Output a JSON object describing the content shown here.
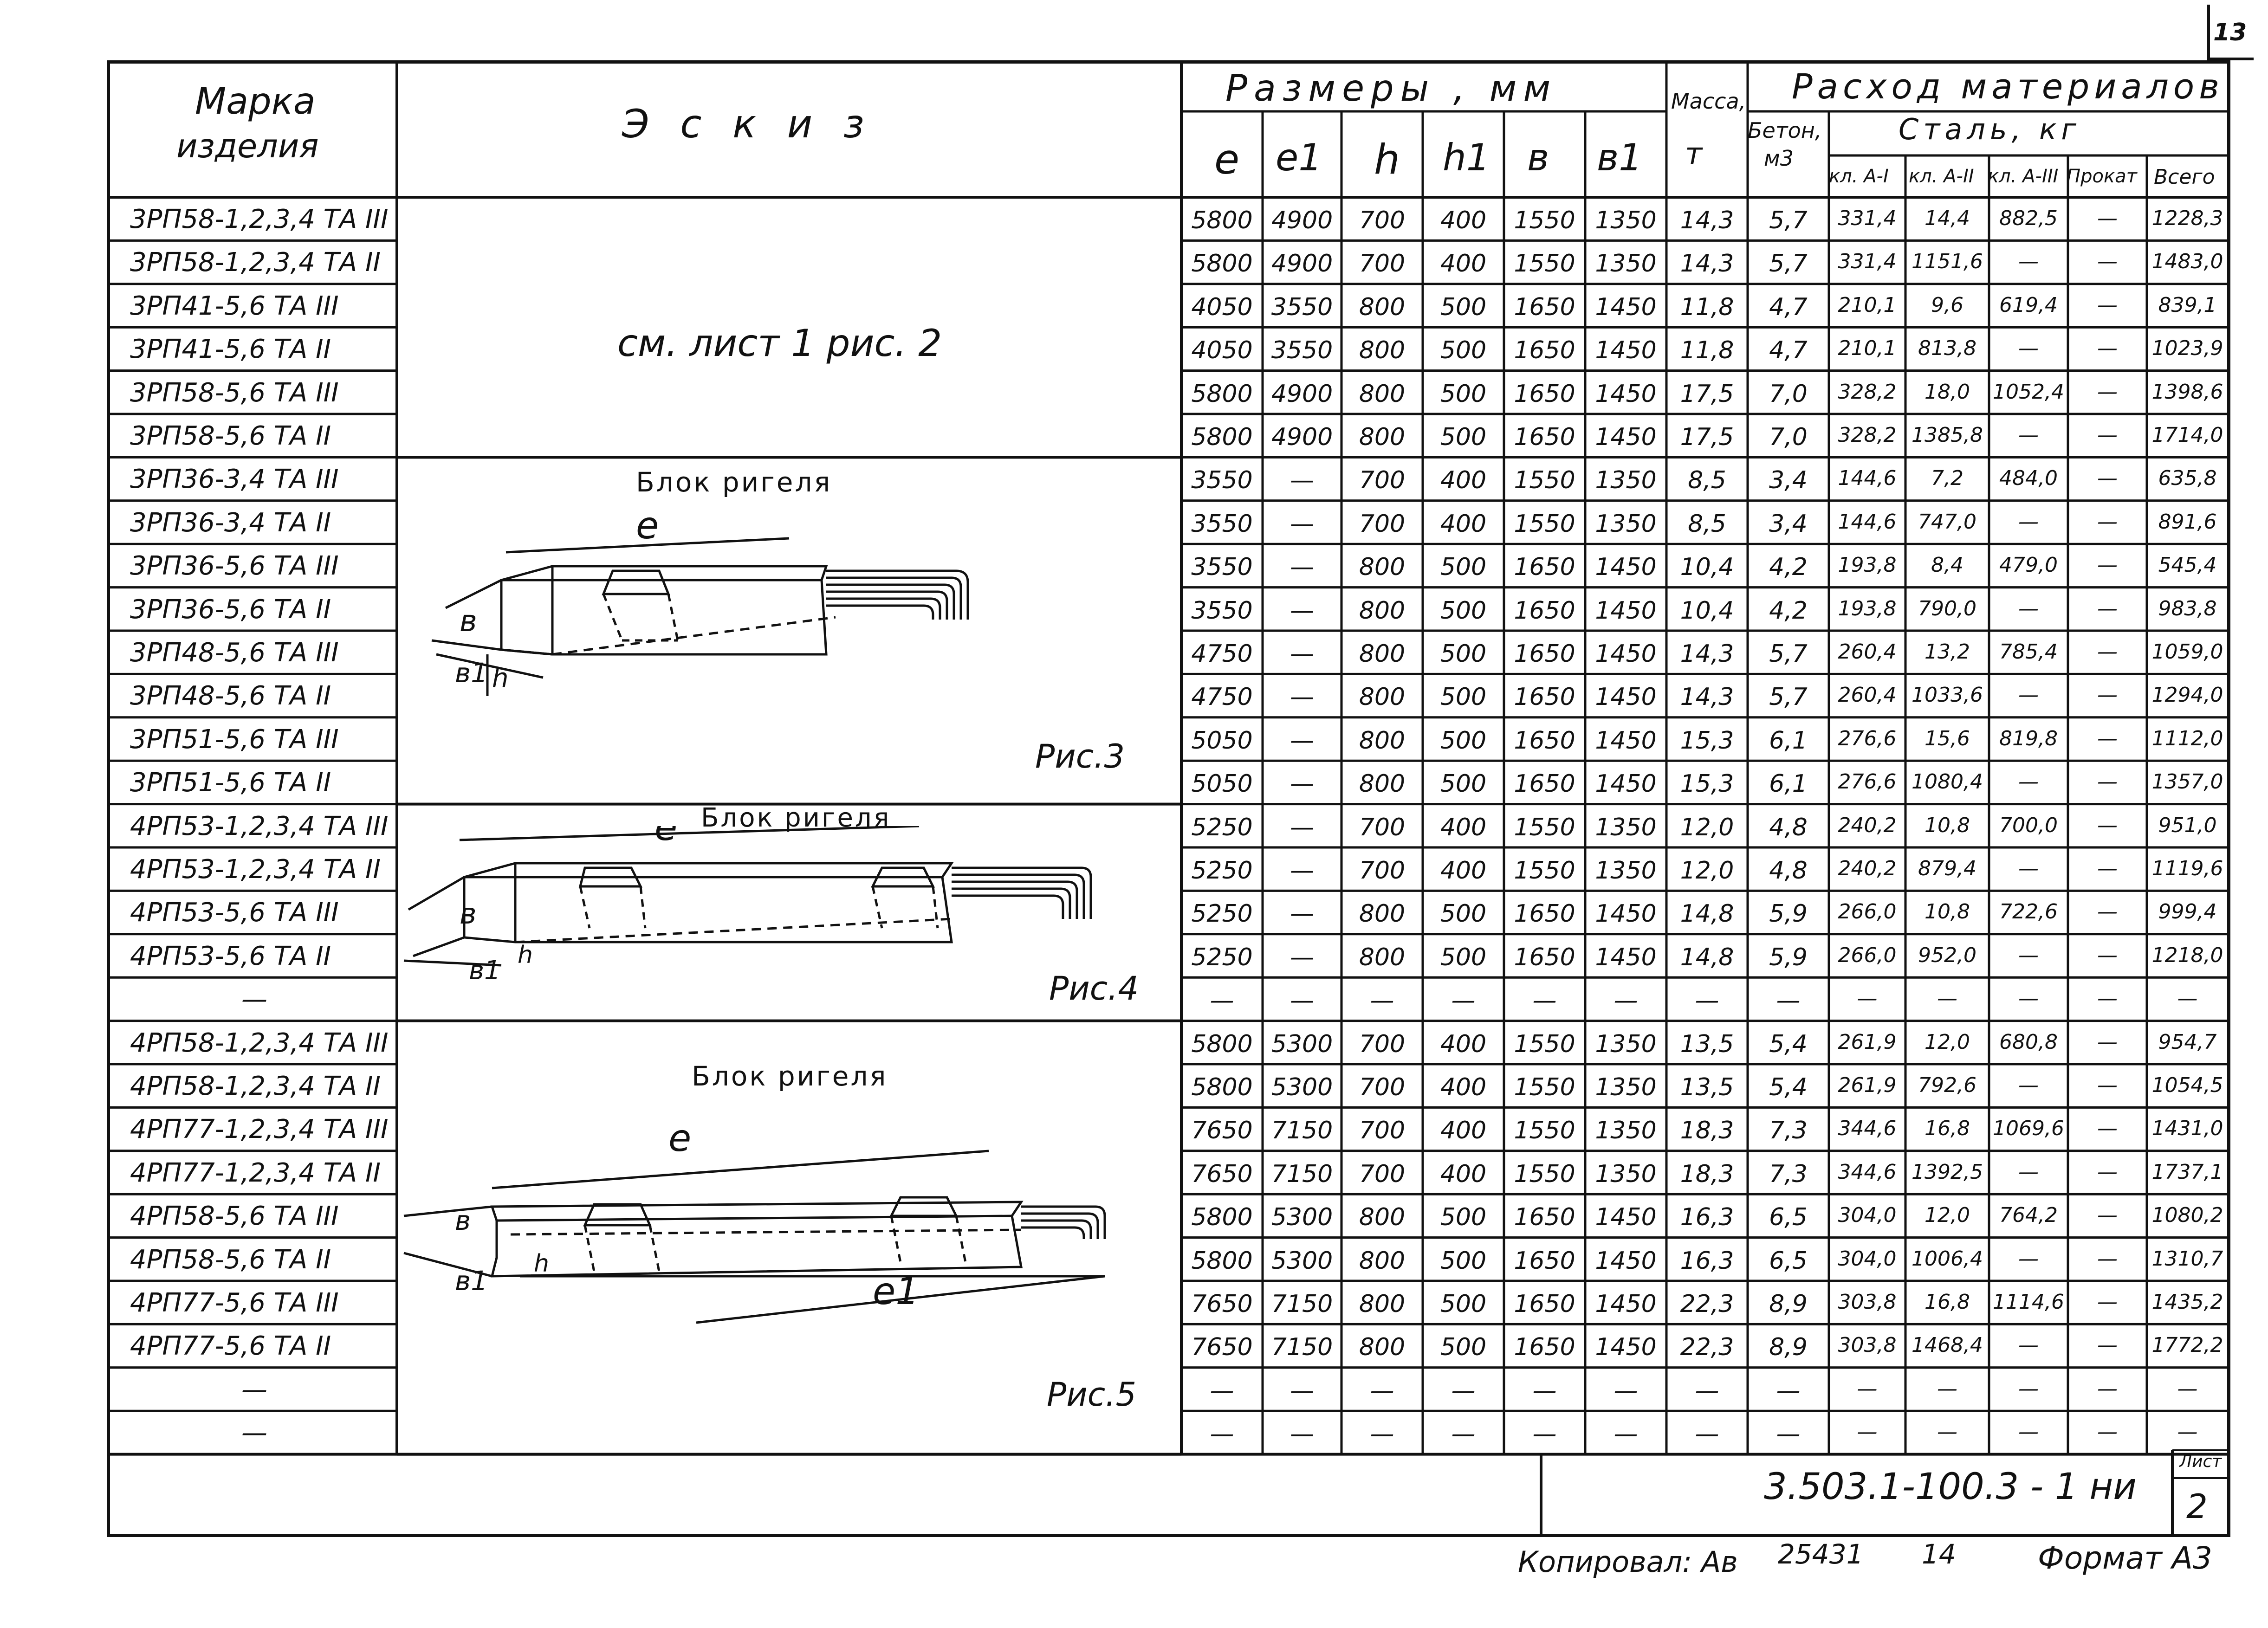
{
  "sheet": {
    "page_number": "13",
    "document_code": "3.503.1-100.3 - 1 ни",
    "sheet_label": "Лист",
    "sheet_number": "2",
    "copied_by": "Копировал: Ав",
    "archive_number": "25431",
    "archive_suffix": "14",
    "format": "Формат А3"
  },
  "header": {
    "mark_line1": "Марка",
    "mark_line2": "изделия",
    "sketch": "Э с к и з",
    "dimensions": "Размеры , мм",
    "mass_line1": "Масса,",
    "mass_line2": "т",
    "consumption": "Расход материалов",
    "concrete_line1": "Бетон,",
    "concrete_line2": "м3",
    "steel": "Сталь, кг",
    "columns": [
      "e",
      "e1",
      "h",
      "h1",
      "в",
      "в1"
    ],
    "steel_columns": [
      "кл. А-I",
      "кл. А-II",
      "кл. А-III",
      "Прокат",
      "Всего"
    ]
  },
  "figures": {
    "ref_text": "см. лист 1 рис. 2",
    "fig3_title": "Блок ригеля",
    "fig3_caption": "Рис.3",
    "fig4_title": "Блок ригеля",
    "fig4_caption": "Рис.4",
    "fig5_title": "Блок ригеля",
    "fig5_caption": "Рис.5",
    "dim_e": "e",
    "dim_e1": "e1",
    "dim_b": "в",
    "dim_b1": "в1",
    "dim_h": "h"
  },
  "rows": [
    {
      "mark": "3РП58-1,2,3,4 ТА III",
      "c": [
        "5800",
        "4900",
        "700",
        "400",
        "1550",
        "1350",
        "14,3",
        "5,7",
        "331,4",
        "14,4",
        "882,5",
        "—",
        "1228,3"
      ]
    },
    {
      "mark": "3РП58-1,2,3,4 ТА II",
      "c": [
        "5800",
        "4900",
        "700",
        "400",
        "1550",
        "1350",
        "14,3",
        "5,7",
        "331,4",
        "1151,6",
        "—",
        "—",
        "1483,0"
      ]
    },
    {
      "mark": "3РП41-5,6 ТА III",
      "c": [
        "4050",
        "3550",
        "800",
        "500",
        "1650",
        "1450",
        "11,8",
        "4,7",
        "210,1",
        "9,6",
        "619,4",
        "—",
        "839,1"
      ]
    },
    {
      "mark": "3РП41-5,6 ТА II",
      "c": [
        "4050",
        "3550",
        "800",
        "500",
        "1650",
        "1450",
        "11,8",
        "4,7",
        "210,1",
        "813,8",
        "—",
        "—",
        "1023,9"
      ]
    },
    {
      "mark": "3РП58-5,6 ТА III",
      "c": [
        "5800",
        "4900",
        "800",
        "500",
        "1650",
        "1450",
        "17,5",
        "7,0",
        "328,2",
        "18,0",
        "1052,4",
        "—",
        "1398,6"
      ]
    },
    {
      "mark": "3РП58-5,6 ТА II",
      "c": [
        "5800",
        "4900",
        "800",
        "500",
        "1650",
        "1450",
        "17,5",
        "7,0",
        "328,2",
        "1385,8",
        "—",
        "—",
        "1714,0"
      ]
    },
    {
      "mark": "3РП36-3,4 ТА III",
      "c": [
        "3550",
        "—",
        "700",
        "400",
        "1550",
        "1350",
        "8,5",
        "3,4",
        "144,6",
        "7,2",
        "484,0",
        "—",
        "635,8"
      ]
    },
    {
      "mark": "3РП36-3,4 ТА II",
      "c": [
        "3550",
        "—",
        "700",
        "400",
        "1550",
        "1350",
        "8,5",
        "3,4",
        "144,6",
        "747,0",
        "—",
        "—",
        "891,6"
      ]
    },
    {
      "mark": "3РП36-5,6 ТА III",
      "c": [
        "3550",
        "—",
        "800",
        "500",
        "1650",
        "1450",
        "10,4",
        "4,2",
        "193,8",
        "8,4",
        "479,0",
        "—",
        "545,4"
      ]
    },
    {
      "mark": "3РП36-5,6 ТА II",
      "c": [
        "3550",
        "—",
        "800",
        "500",
        "1650",
        "1450",
        "10,4",
        "4,2",
        "193,8",
        "790,0",
        "—",
        "—",
        "983,8"
      ]
    },
    {
      "mark": "3РП48-5,6 ТА III",
      "c": [
        "4750",
        "—",
        "800",
        "500",
        "1650",
        "1450",
        "14,3",
        "5,7",
        "260,4",
        "13,2",
        "785,4",
        "—",
        "1059,0"
      ]
    },
    {
      "mark": "3РП48-5,6 ТА II",
      "c": [
        "4750",
        "—",
        "800",
        "500",
        "1650",
        "1450",
        "14,3",
        "5,7",
        "260,4",
        "1033,6",
        "—",
        "—",
        "1294,0"
      ]
    },
    {
      "mark": "3РП51-5,6 ТА III",
      "c": [
        "5050",
        "—",
        "800",
        "500",
        "1650",
        "1450",
        "15,3",
        "6,1",
        "276,6",
        "15,6",
        "819,8",
        "—",
        "1112,0"
      ]
    },
    {
      "mark": "3РП51-5,6 ТА II",
      "c": [
        "5050",
        "—",
        "800",
        "500",
        "1650",
        "1450",
        "15,3",
        "6,1",
        "276,6",
        "1080,4",
        "—",
        "—",
        "1357,0"
      ]
    },
    {
      "mark": "4РП53-1,2,3,4 ТА III",
      "c": [
        "5250",
        "—",
        "700",
        "400",
        "1550",
        "1350",
        "12,0",
        "4,8",
        "240,2",
        "10,8",
        "700,0",
        "—",
        "951,0"
      ]
    },
    {
      "mark": "4РП53-1,2,3,4 ТА II",
      "c": [
        "5250",
        "—",
        "700",
        "400",
        "1550",
        "1350",
        "12,0",
        "4,8",
        "240,2",
        "879,4",
        "—",
        "—",
        "1119,6"
      ]
    },
    {
      "mark": "4РП53-5,6 ТА III",
      "c": [
        "5250",
        "—",
        "800",
        "500",
        "1650",
        "1450",
        "14,8",
        "5,9",
        "266,0",
        "10,8",
        "722,6",
        "—",
        "999,4"
      ]
    },
    {
      "mark": "4РП53-5,6 ТА II",
      "c": [
        "5250",
        "—",
        "800",
        "500",
        "1650",
        "1450",
        "14,8",
        "5,9",
        "266,0",
        "952,0",
        "—",
        "—",
        "1218,0"
      ]
    },
    {
      "mark": "—",
      "c": [
        "—",
        "—",
        "—",
        "—",
        "—",
        "—",
        "—",
        "—",
        "—",
        "—",
        "—",
        "—",
        "—"
      ]
    },
    {
      "mark": "4РП58-1,2,3,4 ТА III",
      "c": [
        "5800",
        "5300",
        "700",
        "400",
        "1550",
        "1350",
        "13,5",
        "5,4",
        "261,9",
        "12,0",
        "680,8",
        "—",
        "954,7"
      ]
    },
    {
      "mark": "4РП58-1,2,3,4 ТА II",
      "c": [
        "5800",
        "5300",
        "700",
        "400",
        "1550",
        "1350",
        "13,5",
        "5,4",
        "261,9",
        "792,6",
        "—",
        "—",
        "1054,5"
      ]
    },
    {
      "mark": "4РП77-1,2,3,4 ТА III",
      "c": [
        "7650",
        "7150",
        "700",
        "400",
        "1550",
        "1350",
        "18,3",
        "7,3",
        "344,6",
        "16,8",
        "1069,6",
        "—",
        "1431,0"
      ]
    },
    {
      "mark": "4РП77-1,2,3,4 ТА II",
      "c": [
        "7650",
        "7150",
        "700",
        "400",
        "1550",
        "1350",
        "18,3",
        "7,3",
        "344,6",
        "1392,5",
        "—",
        "—",
        "1737,1"
      ]
    },
    {
      "mark": "4РП58-5,6 ТА III",
      "c": [
        "5800",
        "5300",
        "800",
        "500",
        "1650",
        "1450",
        "16,3",
        "6,5",
        "304,0",
        "12,0",
        "764,2",
        "—",
        "1080,2"
      ]
    },
    {
      "mark": "4РП58-5,6 ТА II",
      "c": [
        "5800",
        "5300",
        "800",
        "500",
        "1650",
        "1450",
        "16,3",
        "6,5",
        "304,0",
        "1006,4",
        "—",
        "—",
        "1310,7"
      ]
    },
    {
      "mark": "4РП77-5,6 ТА III",
      "c": [
        "7650",
        "7150",
        "800",
        "500",
        "1650",
        "1450",
        "22,3",
        "8,9",
        "303,8",
        "16,8",
        "1114,6",
        "—",
        "1435,2"
      ]
    },
    {
      "mark": "4РП77-5,6 ТА II",
      "c": [
        "7650",
        "7150",
        "800",
        "500",
        "1650",
        "1450",
        "22,3",
        "8,9",
        "303,8",
        "1468,4",
        "—",
        "—",
        "1772,2"
      ]
    },
    {
      "mark": "—",
      "c": [
        "—",
        "—",
        "—",
        "—",
        "—",
        "—",
        "—",
        "—",
        "—",
        "—",
        "—",
        "—",
        "—"
      ]
    },
    {
      "mark": "—",
      "c": [
        "—",
        "—",
        "—",
        "—",
        "—",
        "—",
        "—",
        "—",
        "—",
        "—",
        "—",
        "—",
        "—"
      ]
    }
  ]
}
